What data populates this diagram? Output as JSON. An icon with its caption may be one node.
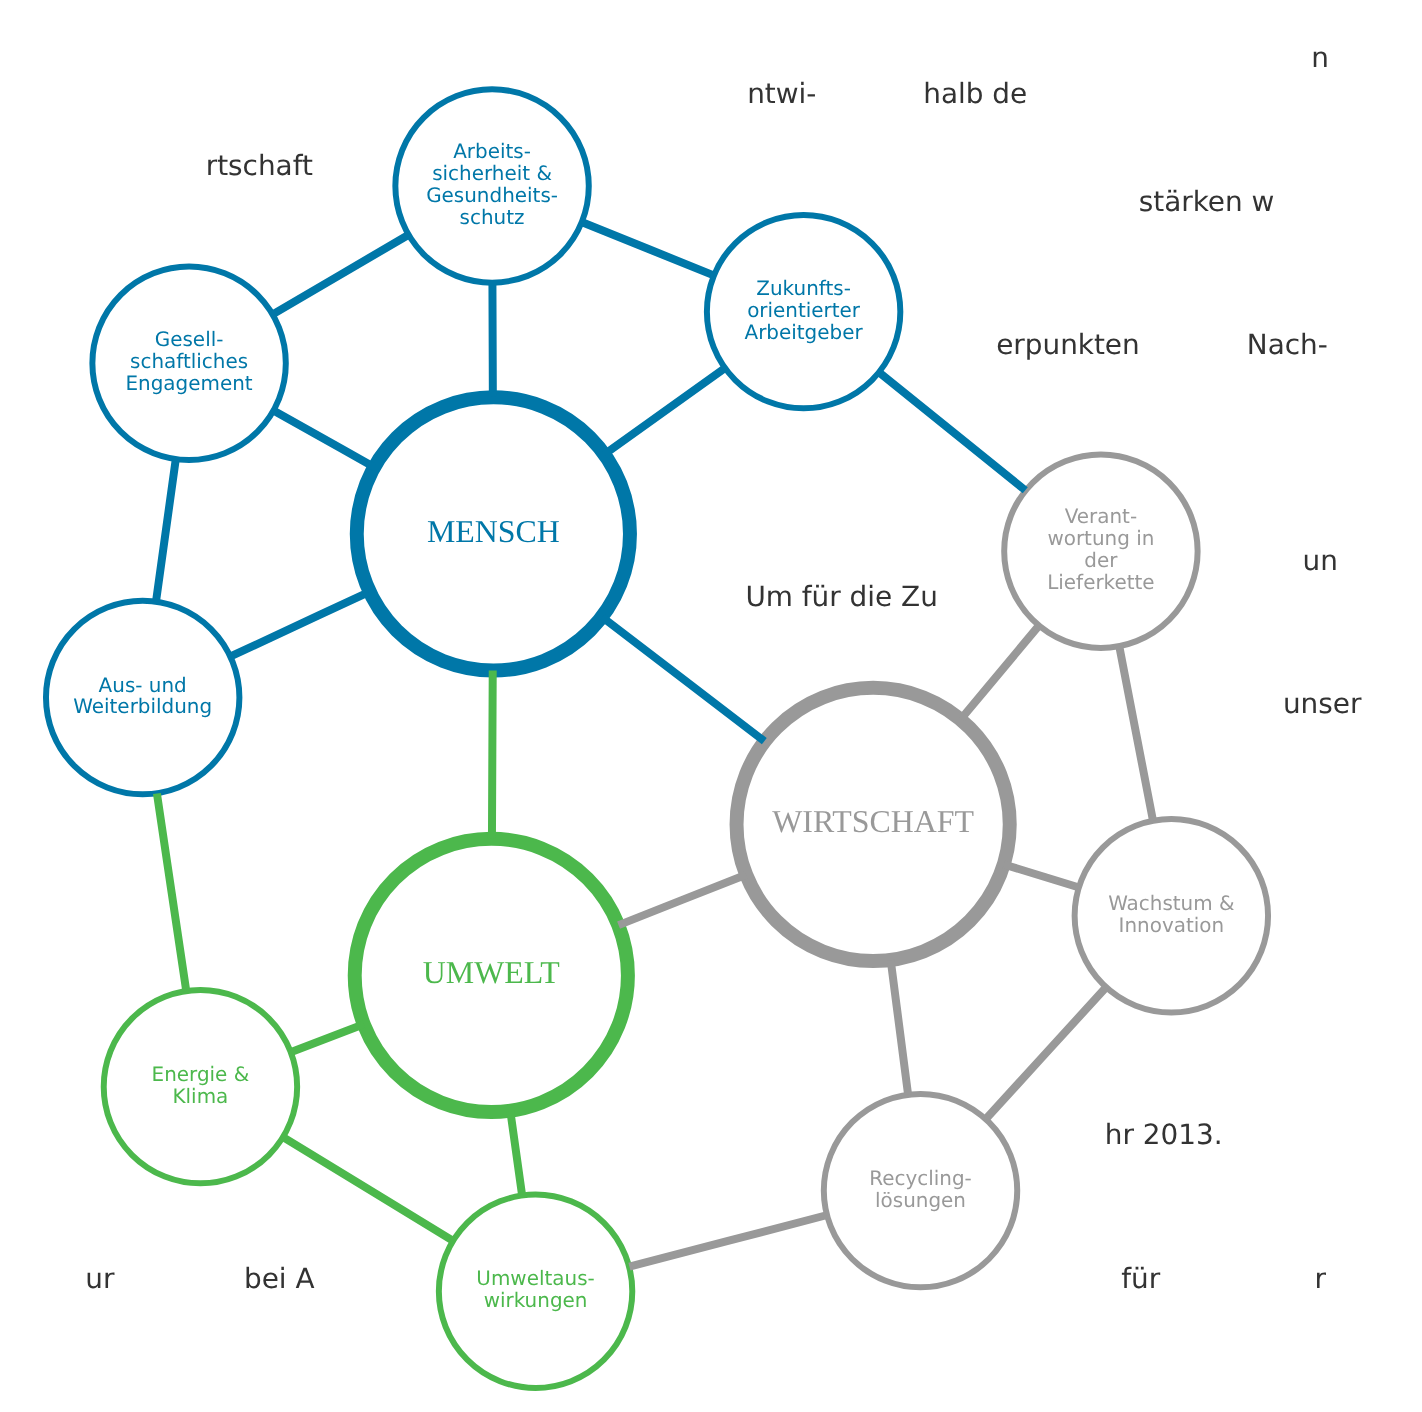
{
  "diagram": {
    "nodes": [
      {
        "text": [
          "MENSCH"
        ]
      },
      {
        "text": [
          "WIRTSCHAFT"
        ]
      },
      {
        "text": [
          "UMWELT"
        ]
      },
      {
        "text": [
          "Zukunfts- orientierter Arbeitgeber"
        ]
      },
      {
        "text": [
          "Arbeits- sicherheit & Gesundheits- schutz"
        ]
      },
      {
        "text": [
          "Gesell- schaftliches Engagement"
        ]
      },
      {
        "text": [
          "Aus- und Weiterbildung"
        ]
      },
      {
        "text": [
          "Verant- wortung in der Lieferkette"
        ]
      },
      {
        "text": [
          "Wachstum & Innovation"
        ]
      },
      {
        "text": [
          "Recycling- lösungen"
        ]
      },
      {
        "text": [
          "Energie & Klima"
        ]
      },
      {
        "text": [
          "Umweltaus- wirkungen"
        ]
      }
    ],
    "edges": [
      {
        "from": 0,
        "to": 1,
        "arrow": "none",
        "color": "#0077a8"
      },
      {
        "from": 0,
        "to": 2,
        "arrow": "none",
        "color": "#4cb84c"
      },
      {
        "from": 1,
        "to": 2,
        "arrow": "none",
        "color": "#999999"
      },
      {
        "from": 0,
        "to": 3,
        "arrow": "none",
        "color": "#0077a8"
      },
      {
        "from": 0,
        "to": 4,
        "arrow": "none",
        "color": "#0077a8"
      },
      {
        "from": 0,
        "to": 5,
        "arrow": "none",
        "color": "#0077a8"
      },
      {
        "from": 0,
        "to": 6,
        "arrow": "none",
        "color": "#0077a8"
      },
      {
        "from": 1,
        "to": 7,
        "arrow": "none",
        "color": "#999999"
      },
      {
        "from": 1,
        "to": 8,
        "arrow": "none",
        "color": "#999999"
      },
      {
        "from": 1,
        "to": 9,
        "arrow": "none",
        "color": "#999999"
      },
      {
        "from": 2,
        "to": 10,
        "arrow": "none",
        "color": "#4cb84c"
      },
      {
        "from": 2,
        "to": 11,
        "arrow": "none",
        "color": "#4cb84c"
      },
      {
        "from": 4,
        "to": 3,
        "arrow": "none",
        "color": "#0077a8"
      },
      {
        "from": 3,
        "to": 7,
        "arrow": "none",
        "color": "#0077a8"
      },
      {
        "from": 7,
        "to": 8,
        "arrow": "none",
        "color": "#999999"
      },
      {
        "from": 8,
        "to": 9,
        "arrow": "none",
        "color": "#999999"
      },
      {
        "from": 9,
        "to": 11,
        "arrow": "none",
        "color": "#999999"
      },
      {
        "from": 11,
        "to": 10,
        "arrow": "none",
        "color": "#4cb84c"
      },
      {
        "from": 10,
        "to": 6,
        "arrow": "none",
        "color": "#4cb84c"
      },
      {
        "from": 6,
        "to": 5,
        "arrow": "none",
        "color": "#0077a8"
      },
      {
        "from": 5,
        "to": 4,
        "arrow": "none",
        "color": "#0077a8"
      }
    ],
    "labels": [
      "erpunkten",
      "rtschaft",
      "ntwi-",
      "für",
      "r",
      "Nach-",
      "hr 2013.",
      "Um für die Zu",
      "stärken w",
      "unser",
      "un",
      "n",
      "ur",
      "bei A",
      "halb de"
    ]
  }
}
